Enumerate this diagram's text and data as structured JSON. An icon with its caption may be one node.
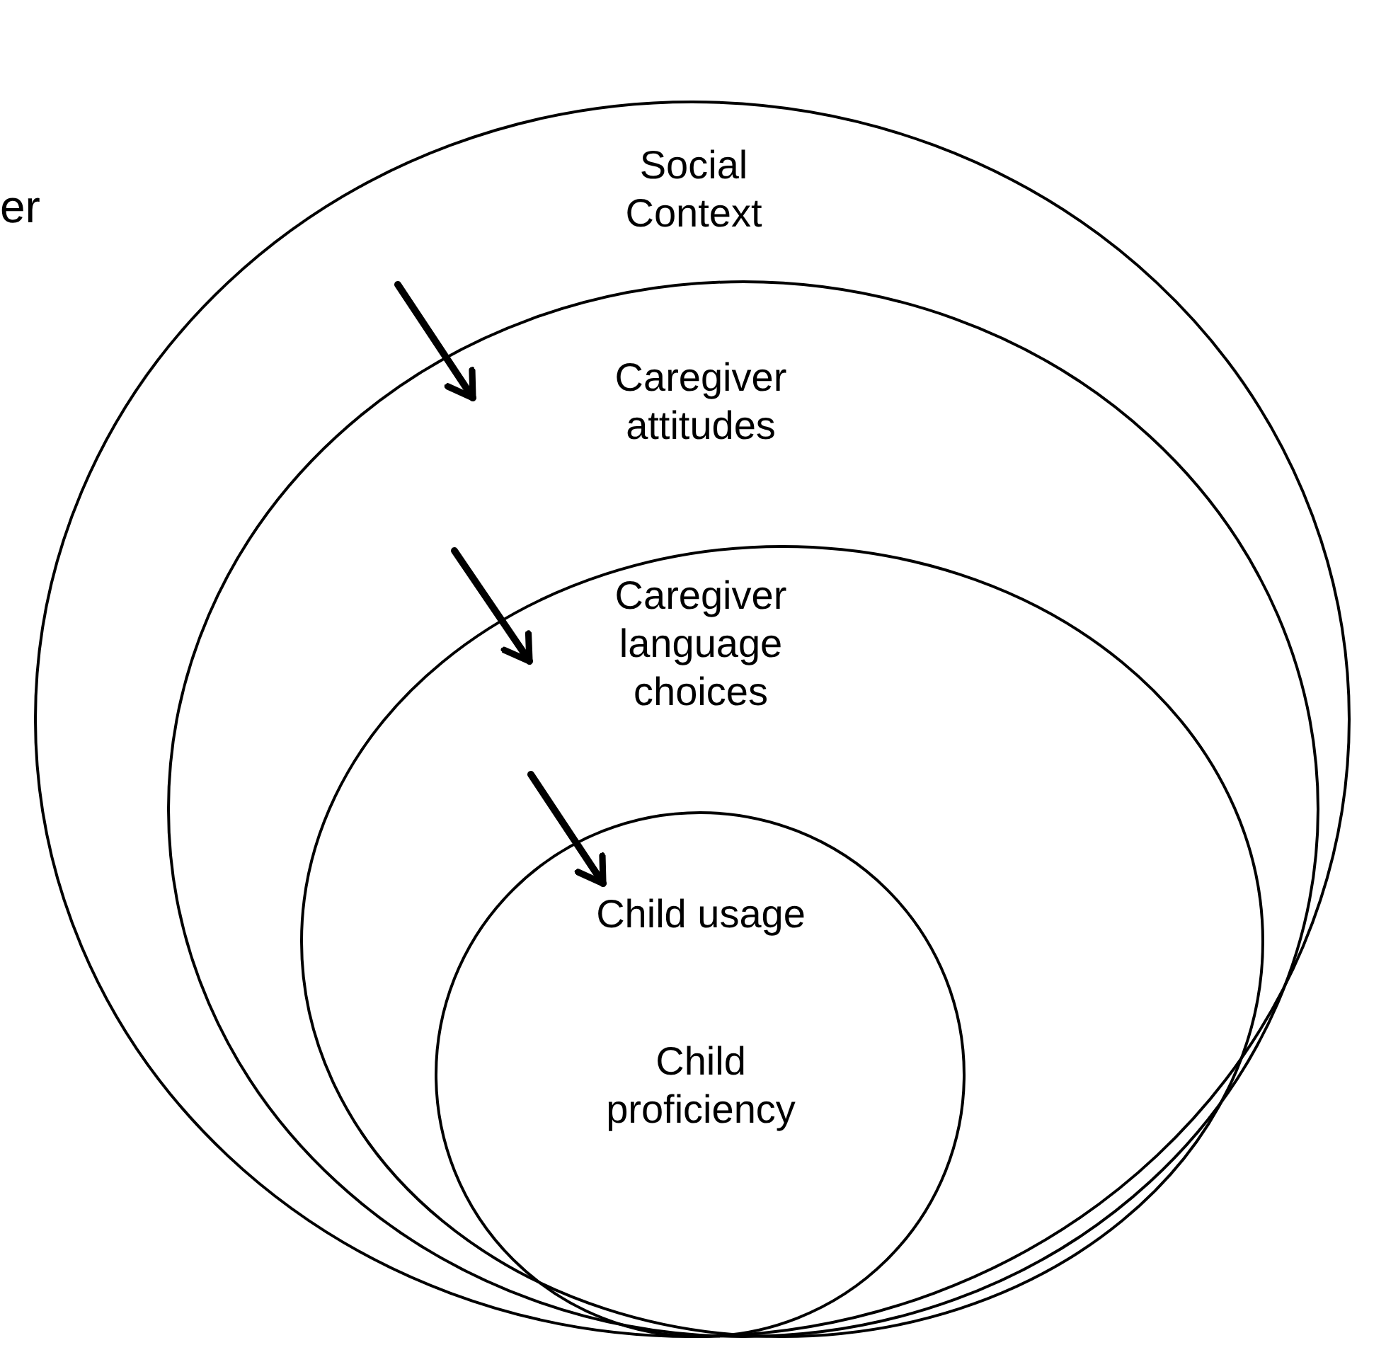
{
  "diagram": {
    "nodes": [
      {
        "text": [
          "Social Context"
        ]
      },
      {
        "text": [
          "Caregiver attitudes"
        ],
        "in": 0
      },
      {
        "text": [
          "Caregiver language choices"
        ],
        "in": 1
      },
      {
        "text": [
          "Child usage",
          "Child proficiency"
        ],
        "in": 2
      }
    ],
    "edges": [
      {
        "from": null,
        "to": 1,
        "arrow": "to"
      },
      {
        "from": null,
        "to": 2,
        "arrow": "to"
      },
      {
        "from": null,
        "to": 3,
        "arrow": "to"
      }
    ],
    "labels": [
      "er"
    ]
  }
}
